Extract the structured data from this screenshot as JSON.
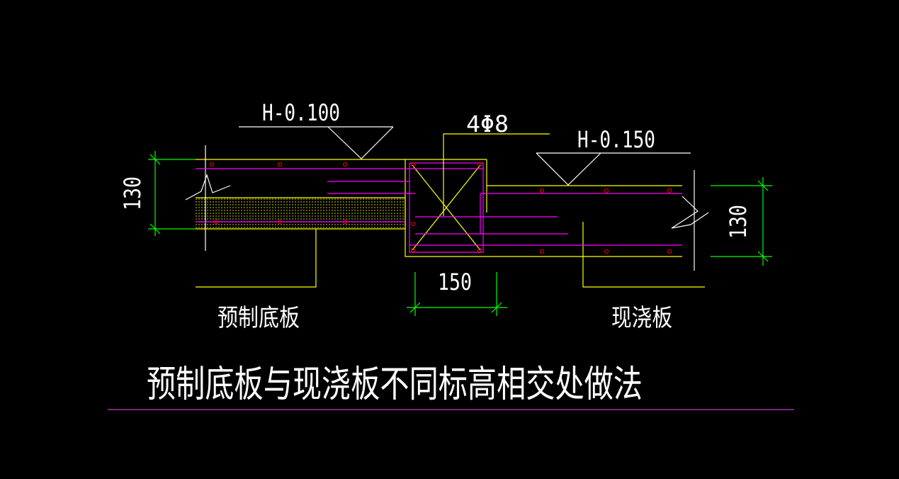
{
  "drawing": {
    "title": "预制底板与现浇板不同标高相交处做法",
    "left_elevation": "H-0.100",
    "right_elevation": "H-0.150",
    "rebar_label": "4Φ8",
    "left_dimension": "130",
    "right_dimension": "130",
    "bottom_dimension": "150",
    "left_label": "预制底板",
    "right_label": "现浇板"
  },
  "colors": {
    "background": "#000000",
    "yellow": "#ffff00",
    "magenta": "#ff00ff",
    "green": "#00ff00",
    "white": "#ffffff",
    "red": "#ff0000",
    "title_underline": "#c040c0"
  }
}
